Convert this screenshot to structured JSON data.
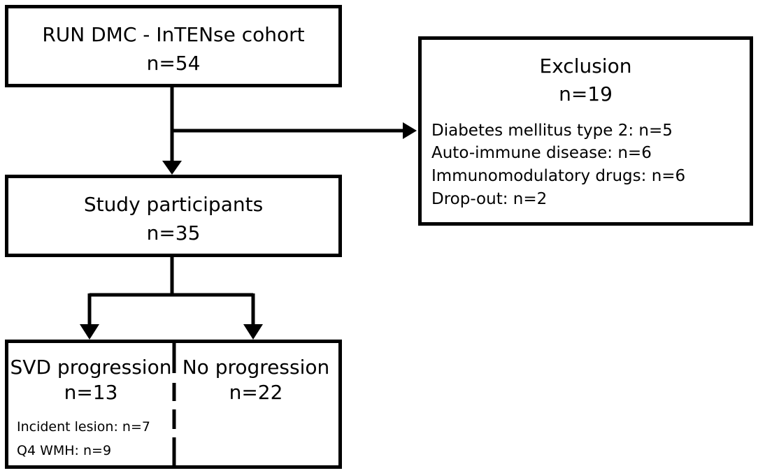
{
  "cohort": {
    "title": "RUN DMC - InTENse cohort",
    "count": "n=54"
  },
  "exclusion": {
    "title": "Exclusion",
    "count": "n=19",
    "reasons": [
      "Diabetes mellitus type 2: n=5",
      "Auto-immune disease: n=6",
      "Immunomodulatory drugs: n=6",
      "Drop-out: n=2"
    ]
  },
  "study": {
    "title": "Study participants",
    "count": "n=35"
  },
  "progression": {
    "title": "SVD progression",
    "count": "n=13",
    "details": [
      "Incident lesion: n=7",
      "Q4 WMH: n=9"
    ]
  },
  "no_progression": {
    "title": "No progression",
    "count": "n=22"
  }
}
